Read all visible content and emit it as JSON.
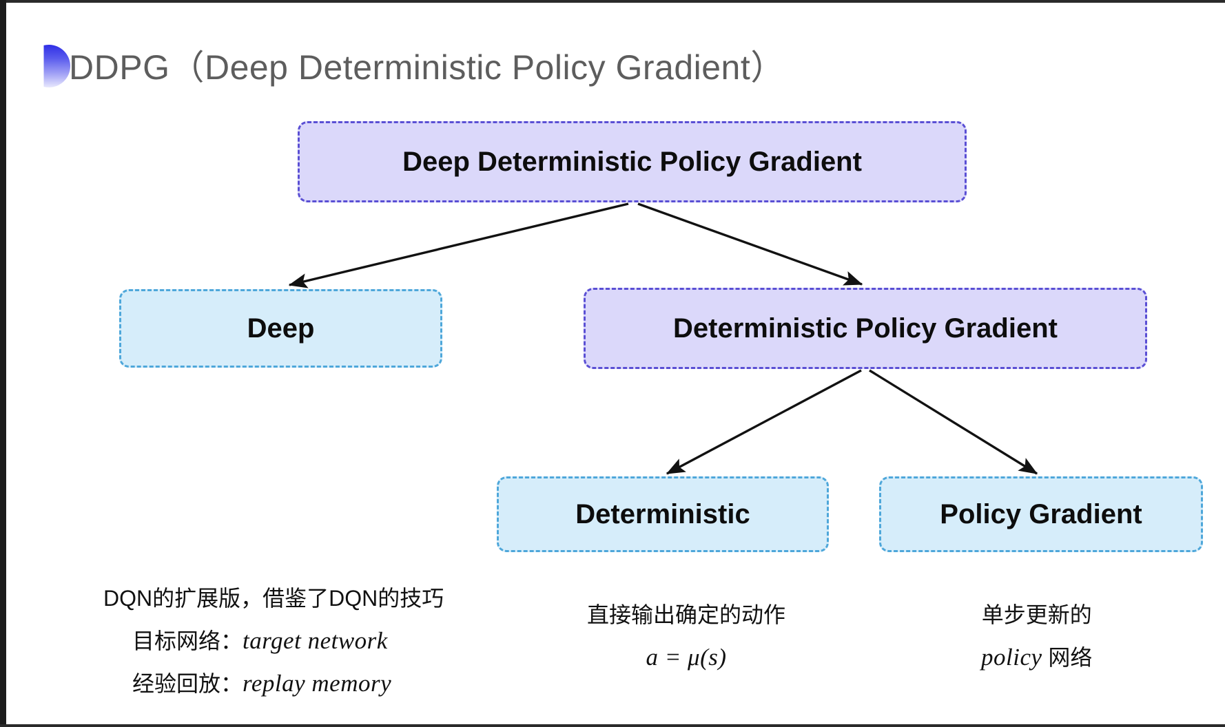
{
  "slide": {
    "title": "DDPG（Deep Deterministic Policy Gradient）",
    "bullet_icon": "half-circle-gradient-icon",
    "background_color": "#ffffff"
  },
  "colors": {
    "purple_fill": "#dbd8fa",
    "purple_border": "#5a4fd4",
    "blue_fill": "#d6edfa",
    "blue_border": "#4ea7da",
    "arrow": "#121212",
    "title_text": "#5d5d5d",
    "body_text": "#111111"
  },
  "diagram": {
    "type": "tree",
    "nodes": [
      {
        "id": "root",
        "label": "Deep Deterministic Policy Gradient",
        "style": "purple",
        "level": 0
      },
      {
        "id": "deep",
        "label": "Deep",
        "style": "blue",
        "level": 1
      },
      {
        "id": "dpg",
        "label": "Deterministic Policy Gradient",
        "style": "purple",
        "level": 1
      },
      {
        "id": "deterministic",
        "label": "Deterministic",
        "style": "blue",
        "level": 2
      },
      {
        "id": "policy_gradient",
        "label": "Policy Gradient",
        "style": "blue",
        "level": 2
      }
    ],
    "edges": [
      {
        "from": "root",
        "to": "deep"
      },
      {
        "from": "root",
        "to": "dpg"
      },
      {
        "from": "dpg",
        "to": "deterministic"
      },
      {
        "from": "dpg",
        "to": "policy_gradient"
      }
    ]
  },
  "annotations": {
    "deep": {
      "line1": "DQN的扩展版，借鉴了DQN的技巧",
      "line2_label": "目标网络：",
      "line2_term": "target network",
      "line3_label": "经验回放：",
      "line3_term": "replay memory"
    },
    "deterministic": {
      "line1": "直接输出确定的动作",
      "line2": "a = μ(s)"
    },
    "policy_gradient": {
      "line1": "单步更新的",
      "line2_term": "policy",
      "line2_suffix": " 网络"
    }
  }
}
